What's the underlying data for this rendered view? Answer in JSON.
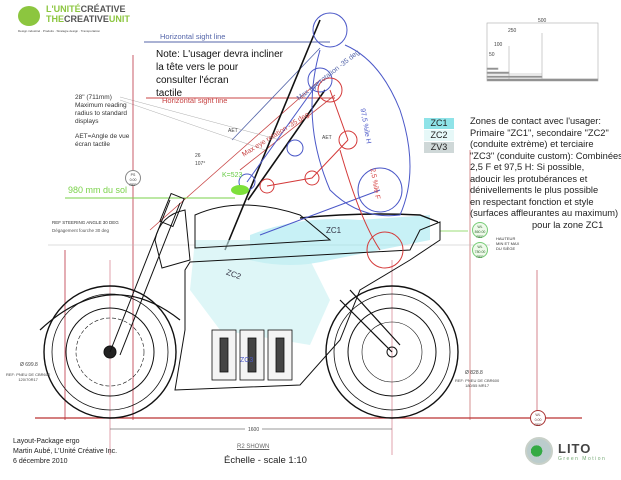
{
  "logo": {
    "line1_a": "L'UNITÉ",
    "line1_b": "CRÉATIVE",
    "line2_a": "THE",
    "line2_b": "CREATIVE",
    "line2_c": "UNIT",
    "tagline": "Design industriel · Produits · Stratégie design · Transportation"
  },
  "labels": {
    "horizontal_sight_blue": "Horizontal sight line",
    "horizontal_sight_red": "Horizontal sight line",
    "note": [
      "Note: L'usager devra incliner",
      "la tête vers le pour",
      "consulter l'écran",
      "tactile"
    ],
    "max_eye_blue": "Max eye rotation -35 deg",
    "max_eye_red": "Max eye rotation -35 deg",
    "reading": [
      "28\" (711mm)",
      "Maximum reading",
      "radius to standard",
      "displays"
    ],
    "aet": [
      "AET=Angle de vue",
      "écran tactile"
    ],
    "aet_mark1": "AET",
    "aet_mark2": "AET",
    "angle_26": "26",
    "angle_107": "107°",
    "k_value": "K=523",
    "ground_height": "980 mm du sol",
    "steering": "REF STEERING ANGLE 30 DEG",
    "steering_sub": "Dégagement fourche 30 deg",
    "percentile_975": "97,5 %ile H",
    "percentile_25": "2,5 %ile F",
    "zc1": "ZC1",
    "zc2": "ZC2",
    "zc3": "ZC3",
    "front_tire_dia": "Ø 699.8",
    "front_tire_ref": [
      "REF: PNEU DE CBR600",
      "120/70R17"
    ],
    "rear_tire_dia": "Ø 828.8",
    "rear_tire_ref": [
      "REF: PNEU DE CBR600",
      "180/55 MR17"
    ],
    "wheelbase": "1600",
    "seat_height": [
      "HAUTEUR",
      "MIN ET MAX",
      "DU SIÈGE"
    ],
    "stamp_ps": [
      "PS",
      "0.00",
      "REF"
    ],
    "stamp_seat1": [
      "WL",
      "860.00",
      "REF"
    ],
    "stamp_seat2": [
      "WL",
      "780.00",
      "REF"
    ],
    "stamp_ground": [
      "WL",
      "0.00",
      "REF"
    ]
  },
  "scale_box": {
    "d500": "500",
    "d250": "250",
    "d100": "100",
    "d50": "50"
  },
  "legend": [
    {
      "label": "ZC1",
      "color": "#8fe3e8"
    },
    {
      "label": "ZC2",
      "color": "#d9f5f5"
    },
    {
      "label": "ZV3",
      "color": "#cfd8d8"
    }
  ],
  "zones_text": [
    "Zones de contact avec l'usager:",
    "Primaire \"ZC1\", secondaire \"ZC2\"",
    "(conduite extrème) et terciaire",
    "\"ZC3\" (conduite custom): Combinées",
    "2,5 F et 97,5 H: Si possible,",
    "adoucir les protubérances et",
    "dénivellements le plus possible",
    "en respectant fonction et style",
    "(surfaces affleurantes au maximum)",
    "pour la zone ZC1"
  ],
  "footer": {
    "line1": "Layout-Package ergo",
    "line2": "Martin Aubé, L'Unité Créative Inc.",
    "line3": "6 décembre 2010",
    "shown": "R2 SHOWN",
    "scale": "Échelle - scale 1:10"
  },
  "brand": {
    "name": "LITO",
    "tagline": "Green Motion"
  }
}
